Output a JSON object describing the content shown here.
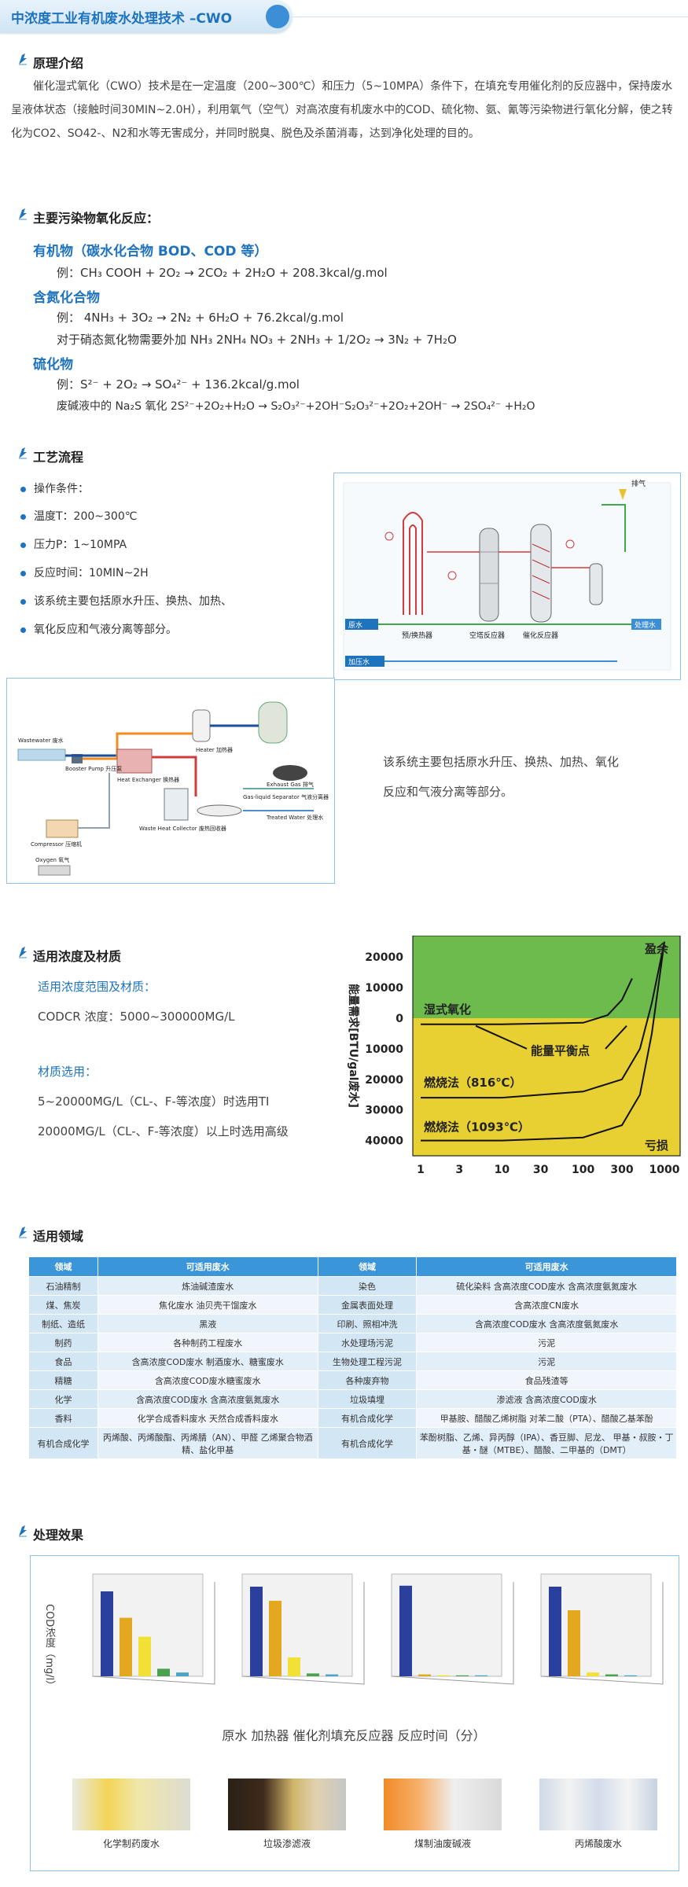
{
  "header": {
    "title": "中浓度工业有机废水处理技术 –CWO"
  },
  "intro": {
    "heading": "原理介绍",
    "paragraph": "催化湿式氧化（CWO）技术是在一定温度（200~300℃）和压力（5~10MPA）条件下，在填充专用催化剂的反应器中，保持废水呈液体状态（接触时间30MIN~2.0H），利用氧气（空气）对高浓度有机废水中的COD、硫化物、氨、氰等污染物进行氧化分解，使之转化为CO2、SO42-、N2和水等无害成分，并同时脱臭、脱色及杀菌消毒，达到净化处理的目的。"
  },
  "reactions": {
    "heading": "主要污染物氧化反应：",
    "organic_title": "有机物（碳水化合物 BOD、COD 等）",
    "organic_example": "例：CH₃ COOH + 2O₂ → 2CO₂ + 2H₂O + 208.3kcal/g.mol",
    "nitrogen_title": "含氮化合物",
    "nitrogen_example": "例： 4NH₃ + 3O₂ → 2N₂ + 6H₂O + 76.2kcal/g.mol",
    "nitrogen_note": "对于硝态氮化物需要外加 NH₃ 2NH₄ NO₃ + 2NH₃ + 1/2O₂ → 3N₂ + 7H₂O",
    "sulfide_title": "硫化物",
    "sulfide_example": "例：S²⁻ + 2O₂ → SO₄²⁻ + 136.2kcal/g.mol",
    "sulfide_note": "废碱液中的 Na₂S 氧化 2S²⁻+2O₂+H₂O → S₂O₃²⁻+2OH⁻S₂O₃²⁻+2O₂+2OH⁻ → 2SO₄²⁻ +H₂O"
  },
  "process": {
    "heading": "工艺流程",
    "items": [
      "操作条件：",
      "温度T：200~300℃",
      "压力P：1~10MPA",
      "反应时间：10MIN~2H",
      "该系统主要包括原水升压、换热、加热、",
      "氧化反应和气液分离等部分。"
    ],
    "diagram1_labels": {
      "raw_water": "原水",
      "heat_exchanger": "预/换热器",
      "air_reactor": "空塔反应器",
      "catalytic_reactor": "催化反应器",
      "treated": "处理水",
      "exhaust": "排气",
      "feed": "加压水"
    },
    "diagram2_labels": {
      "wastewater": "Wastewater 废水",
      "booster": "Booster Pump 升压泵",
      "heater": "Heater 加热器",
      "heat_exchanger": "Heat Exchanger 换热器",
      "waste_heat": "Waste Heat Collector 废热回收器",
      "separator": "Gas-liquid Separator 气液分离器",
      "exhaust": "Exhaust Gas 排气",
      "treated": "Treated Water 处理水",
      "compressor": "Compressor 压缩机",
      "oxygen": "Oxygen 氧气"
    },
    "side_text_line1": "该系统主要包括原水升压、换热、加热、氧化",
    "side_text_line2": "反应和气液分离等部分。"
  },
  "conc": {
    "heading": "适用浓度及材质",
    "range_title": "适用浓度范围及材质：",
    "range_value": "CODCR 浓度：5000~300000MG/L",
    "material_title": "材质选用：",
    "material_line1": "5~20000MG/L（CL-、F-等浓度）时选用TI",
    "material_line2": "20000MG/L（CL-、F-等浓度）以上时选用高级"
  },
  "chart_data": {
    "type": "line",
    "ylabel": "能量需求[BTU/gal废水]",
    "y_tick_labels": [
      "20000",
      "10000",
      "0",
      "10000",
      "20000",
      "30000",
      "40000"
    ],
    "x_tick_labels": [
      "1",
      "3",
      "10",
      "30",
      "100",
      "300",
      "1000"
    ],
    "x_scale": "log",
    "annotations": {
      "surplus": "盈余",
      "loss": "亏损",
      "balance": "能量平衡点"
    },
    "series": [
      {
        "name": "湿式氧化",
        "x": [
          1,
          10,
          100,
          200,
          300,
          400
        ],
        "y": [
          -2000,
          -2000,
          -1500,
          1000,
          6000,
          13000
        ]
      },
      {
        "name": "燃烧法（816℃）",
        "x": [
          1,
          10,
          100,
          300,
          500,
          700,
          1000
        ],
        "y": [
          -26000,
          -26000,
          -24000,
          -20000,
          -10000,
          5000,
          25000
        ]
      },
      {
        "name": "燃烧法（1093℃）",
        "x": [
          1,
          10,
          100,
          300,
          500,
          700,
          1000
        ],
        "y": [
          -40000,
          -40000,
          -39000,
          -35000,
          -25000,
          -5000,
          25000
        ]
      }
    ],
    "ylim": [
      -45000,
      27000
    ],
    "colors": {
      "surplus_zone": "#6cbb4c",
      "loss_zone": "#e8d032",
      "line": "#111111"
    }
  },
  "fields": {
    "heading": "适用领域",
    "columns": [
      "领域",
      "可适用废水",
      "领域",
      "可适用废水"
    ],
    "rows": [
      [
        "石油精制",
        "炼油碱渣废水",
        "染色",
        "硫化染料 含高浓度COD废水 含高浓度氨氮废水"
      ],
      [
        "煤、焦炭",
        "焦化废水 油贝壳干馏废水",
        "金属表面处理",
        "含高浓度CN废水"
      ],
      [
        "制纸、造纸",
        "黑液",
        "印刷、照相冲洗",
        "含高浓度COD废水 含高浓度氨氮废水"
      ],
      [
        "制药",
        "各种制药工程废水",
        "水处理场污泥",
        "污泥"
      ],
      [
        "食品",
        "含高浓度COD废水 制酒废水、糖蜜废水",
        "生物处理工程污泥",
        "污泥"
      ],
      [
        "精糖",
        "含高浓度COD废水糖蜜废水",
        "各种废弃物",
        "食品残渣等"
      ],
      [
        "化学",
        "含高浓度COD废水 含高浓度氨氮废水",
        "垃圾填埋",
        "渗滤液 含高浓度COD废水"
      ],
      [
        "香料",
        "化学合成香料废水 天然合成香料废水",
        "有机合成化学",
        "甲基胺、醋酸乙烯树脂 对苯二酸（PTA）、醋酸乙基苯酚"
      ],
      [
        "有机合成化学",
        "丙烯酸、丙烯酸酯、丙烯腈（AN）、甲醛 乙烯聚合物酒精、盐化甲基",
        "有机合成化学",
        "苯酚树脂、乙烯、异丙醇（IPA）、香豆脚、尼龙、 甲基・叔胺・丁基・醚（MTBE）、醋酸、二甲基的（DMT）"
      ]
    ]
  },
  "effect": {
    "heading": "处理效果",
    "ylabel": "COD浓度（mg/l）",
    "caption": "原水 加热器 催化剂填充反应器 反应时间（分）",
    "photos": [
      "化学制药废水",
      "垃圾渗滤液",
      "煤制油废碱液",
      "丙烯酸废水"
    ]
  }
}
